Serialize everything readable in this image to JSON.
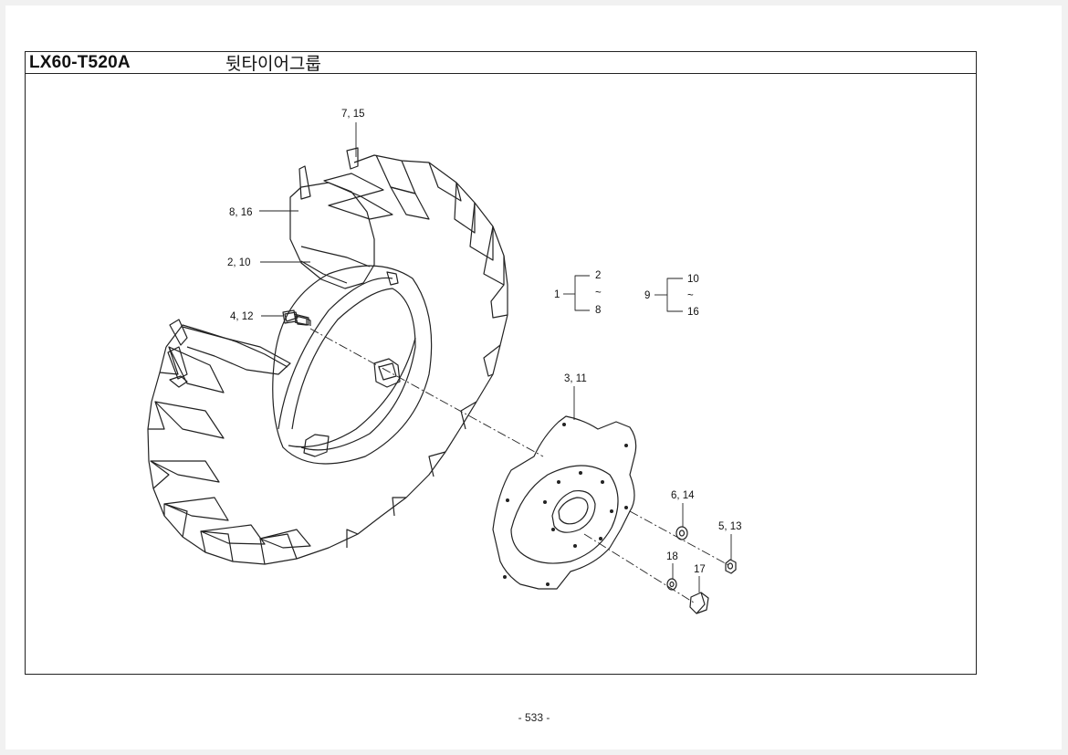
{
  "header": {
    "model_code": "LX60-T520A",
    "group_title": "뒷타이어그룹"
  },
  "callouts": {
    "c_7_15": "7, 15",
    "c_8_16": "8, 16",
    "c_2_10": "2, 10",
    "c_4_12": "4, 12",
    "c_3_11": "3, 11",
    "c_6_14": "6, 14",
    "c_5_13": "5, 13",
    "c_18": "18",
    "c_17": "17"
  },
  "range_groups": [
    {
      "parent": "1",
      "from": "2",
      "tilde": "~",
      "to": "8"
    },
    {
      "parent": "9",
      "from": "10",
      "tilde": "~",
      "to": "16"
    }
  ],
  "footer": {
    "page_number": "- 533 -"
  }
}
